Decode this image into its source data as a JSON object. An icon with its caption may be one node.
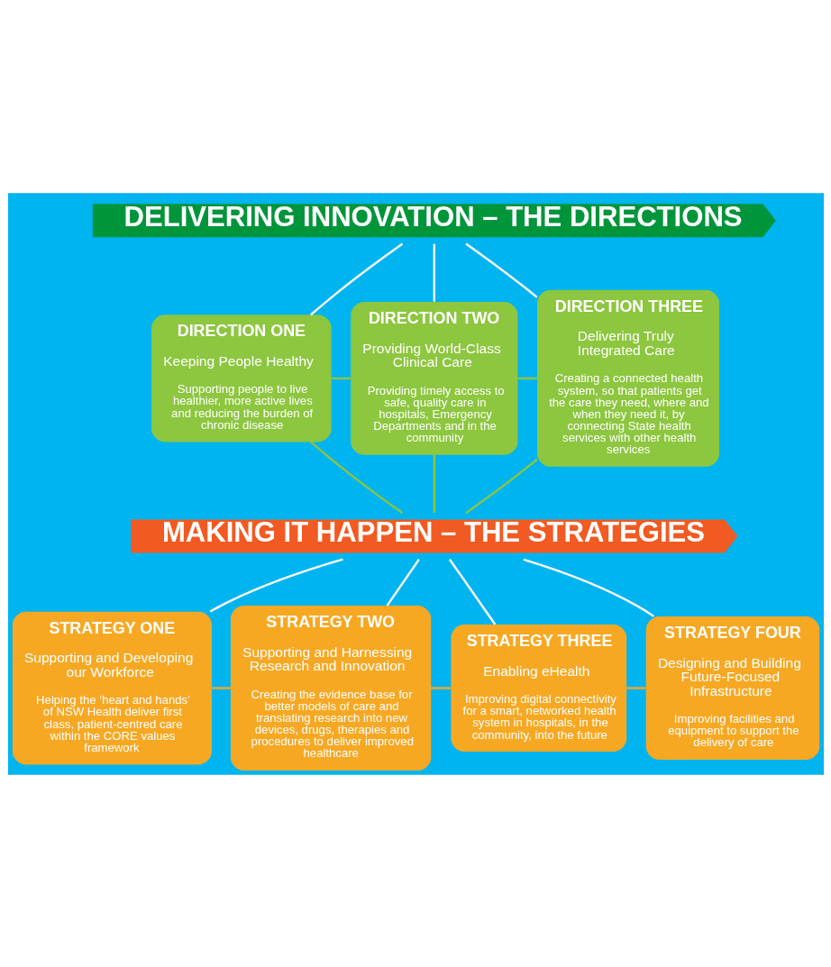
{
  "diagram": {
    "nodes": [
      {
        "text": [
          "DELIVERING INNOVATION – THE DIRECTIONS"
        ]
      },
      {
        "text": [
          "DIRECTION ONE",
          "Keeping People Healthy",
          "Supporting people to live healthier, more active lives and reducing the burden of chronic disease"
        ]
      },
      {
        "text": [
          "DIRECTION TWO",
          "Providing World-Class Clinical Care",
          "Providing timely access to safe, quality care in hospitals, Emergency Departments and in the community"
        ]
      },
      {
        "text": [
          "DIRECTION THREE",
          "Delivering Truly Integrated Care",
          "Creating a connected health system, so that patients get the care they need, where and when they need it, by connecting State health services with other health services"
        ]
      },
      {
        "text": [
          "MAKING IT HAPPEN – THE STRATEGIES"
        ]
      },
      {
        "text": [
          "STRATEGY ONE",
          "Supporting and Developing our Workforce",
          "Helping the ‘heart and hands’ of NSW Health deliver first class, patient-centred care within the CORE values framework"
        ]
      },
      {
        "text": [
          "STRATEGY TWO",
          "Supporting and Harnessing Research and Innovation",
          "Creating the evidence base for better models of care and translating research into new devices, drugs, therapies and procedures to deliver improved healthcare"
        ]
      },
      {
        "text": [
          "STRATEGY THREE",
          "Enabling eHealth",
          "Improving digital connectivity for a smart, networked health system in hospitals, in the community, into the future"
        ]
      },
      {
        "text": [
          "STRATEGY FOUR",
          "Designing and Building Future-Focused Infrastructure",
          "Improving facilities and equipment to support the delivery of care"
        ]
      }
    ],
    "edges": [
      {
        "from": 0,
        "to": 1,
        "arrow": "none"
      },
      {
        "from": 0,
        "to": 2,
        "arrow": "none"
      },
      {
        "from": 0,
        "to": 3,
        "arrow": "none"
      },
      {
        "from": 1,
        "to": 2,
        "arrow": "none",
        "color": "#8dc63f"
      },
      {
        "from": 2,
        "to": 3,
        "arrow": "none",
        "color": "#8dc63f"
      },
      {
        "from": 1,
        "to": 4,
        "arrow": "none",
        "color": "#8dc63f"
      },
      {
        "from": 2,
        "to": 4,
        "arrow": "none",
        "color": "#8dc63f"
      },
      {
        "from": 3,
        "to": 4,
        "arrow": "none",
        "color": "#8dc63f"
      },
      {
        "from": 4,
        "to": 5,
        "arrow": "none"
      },
      {
        "from": 4,
        "to": 6,
        "arrow": "none"
      },
      {
        "from": 4,
        "to": 7,
        "arrow": "none"
      },
      {
        "from": 4,
        "to": 8,
        "arrow": "none"
      },
      {
        "from": 5,
        "to": 6,
        "arrow": "none",
        "color": "#f7a823"
      },
      {
        "from": 6,
        "to": 7,
        "arrow": "none",
        "color": "#f7a823"
      },
      {
        "from": 7,
        "to": 8,
        "arrow": "none",
        "color": "#f7a823"
      }
    ]
  }
}
